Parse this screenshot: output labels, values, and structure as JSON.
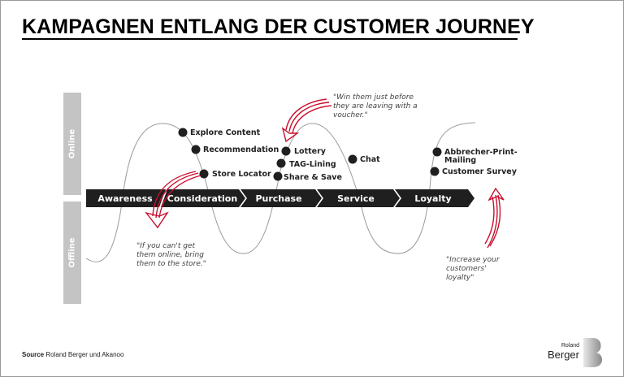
{
  "title": "KAMPAGNEN ENTLANG DER CUSTOMER JOURNEY",
  "channels": {
    "online": "Online",
    "offline": "Offline"
  },
  "stages": [
    "Awareness",
    "Consideration",
    "Purchase",
    "Service",
    "Loyalty"
  ],
  "touchpoints": {
    "consideration": [
      "Explore Content",
      "Recommendation",
      "Store Locator"
    ],
    "purchase": [
      "Lottery",
      "TAG-Lining",
      "Share & Save"
    ],
    "service": [
      "Chat"
    ],
    "loyalty": [
      "Abbrecher-Print-",
      "Mailing",
      "Customer Survey"
    ]
  },
  "quotes": {
    "store": [
      "\"If you can't get",
      "them online, bring",
      "them to the store.\""
    ],
    "voucher": [
      "\"Win them just before",
      "they are leaving with a",
      "voucher.\""
    ],
    "loyalty": [
      "\"Increase your",
      "customers'",
      "loyalty\""
    ]
  },
  "colors": {
    "bar": "#1f1f1f",
    "accent": "#c8102e",
    "side": "#c4c4c4",
    "curve": "#9a9a9a"
  },
  "footer": {
    "source_label": "Source",
    "source_text": "Roland Berger und Akanoo"
  },
  "logo": {
    "line1": "Roland",
    "line2": "Berger"
  }
}
